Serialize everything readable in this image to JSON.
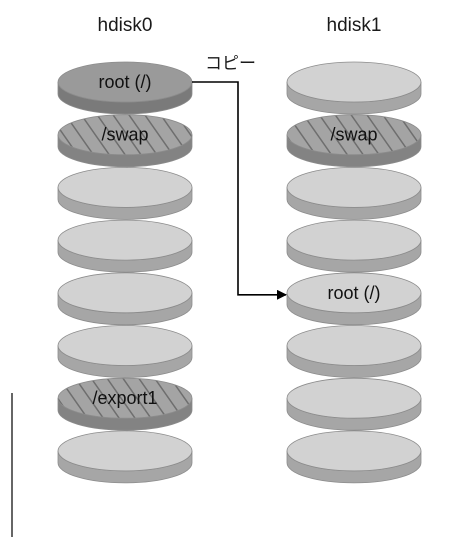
{
  "disks": [
    {
      "name": "hdisk0",
      "slices": [
        {
          "label": "root (/)",
          "style": "dark"
        },
        {
          "label": "/swap",
          "style": "hatched"
        },
        {
          "label": "",
          "style": "plain"
        },
        {
          "label": "",
          "style": "plain"
        },
        {
          "label": "",
          "style": "plain"
        },
        {
          "label": "",
          "style": "plain"
        },
        {
          "label": "/export1",
          "style": "hatched"
        },
        {
          "label": "",
          "style": "plain"
        }
      ]
    },
    {
      "name": "hdisk1",
      "slices": [
        {
          "label": "",
          "style": "plain"
        },
        {
          "label": "/swap",
          "style": "hatched"
        },
        {
          "label": "",
          "style": "plain"
        },
        {
          "label": "",
          "style": "plain"
        },
        {
          "label": "root (/)",
          "style": "plain"
        },
        {
          "label": "",
          "style": "plain"
        },
        {
          "label": "",
          "style": "plain"
        },
        {
          "label": "",
          "style": "plain"
        }
      ]
    }
  ],
  "copy_arrow": {
    "label": "コピー",
    "from": {
      "disk": 0,
      "slice": 0
    },
    "to": {
      "disk": 1,
      "slice": 4
    }
  },
  "colors": {
    "plain_top": "#d2d2d2",
    "plain_side": "#a6a6a6",
    "dark_top": "#9a9a9a",
    "dark_side": "#7a7a7a",
    "hatch_bg": "#a4a4a4",
    "hatch_line": "#6e6e6e",
    "hatched_side": "#838383",
    "stroke": "#8c8c8c",
    "line": "#000000"
  }
}
